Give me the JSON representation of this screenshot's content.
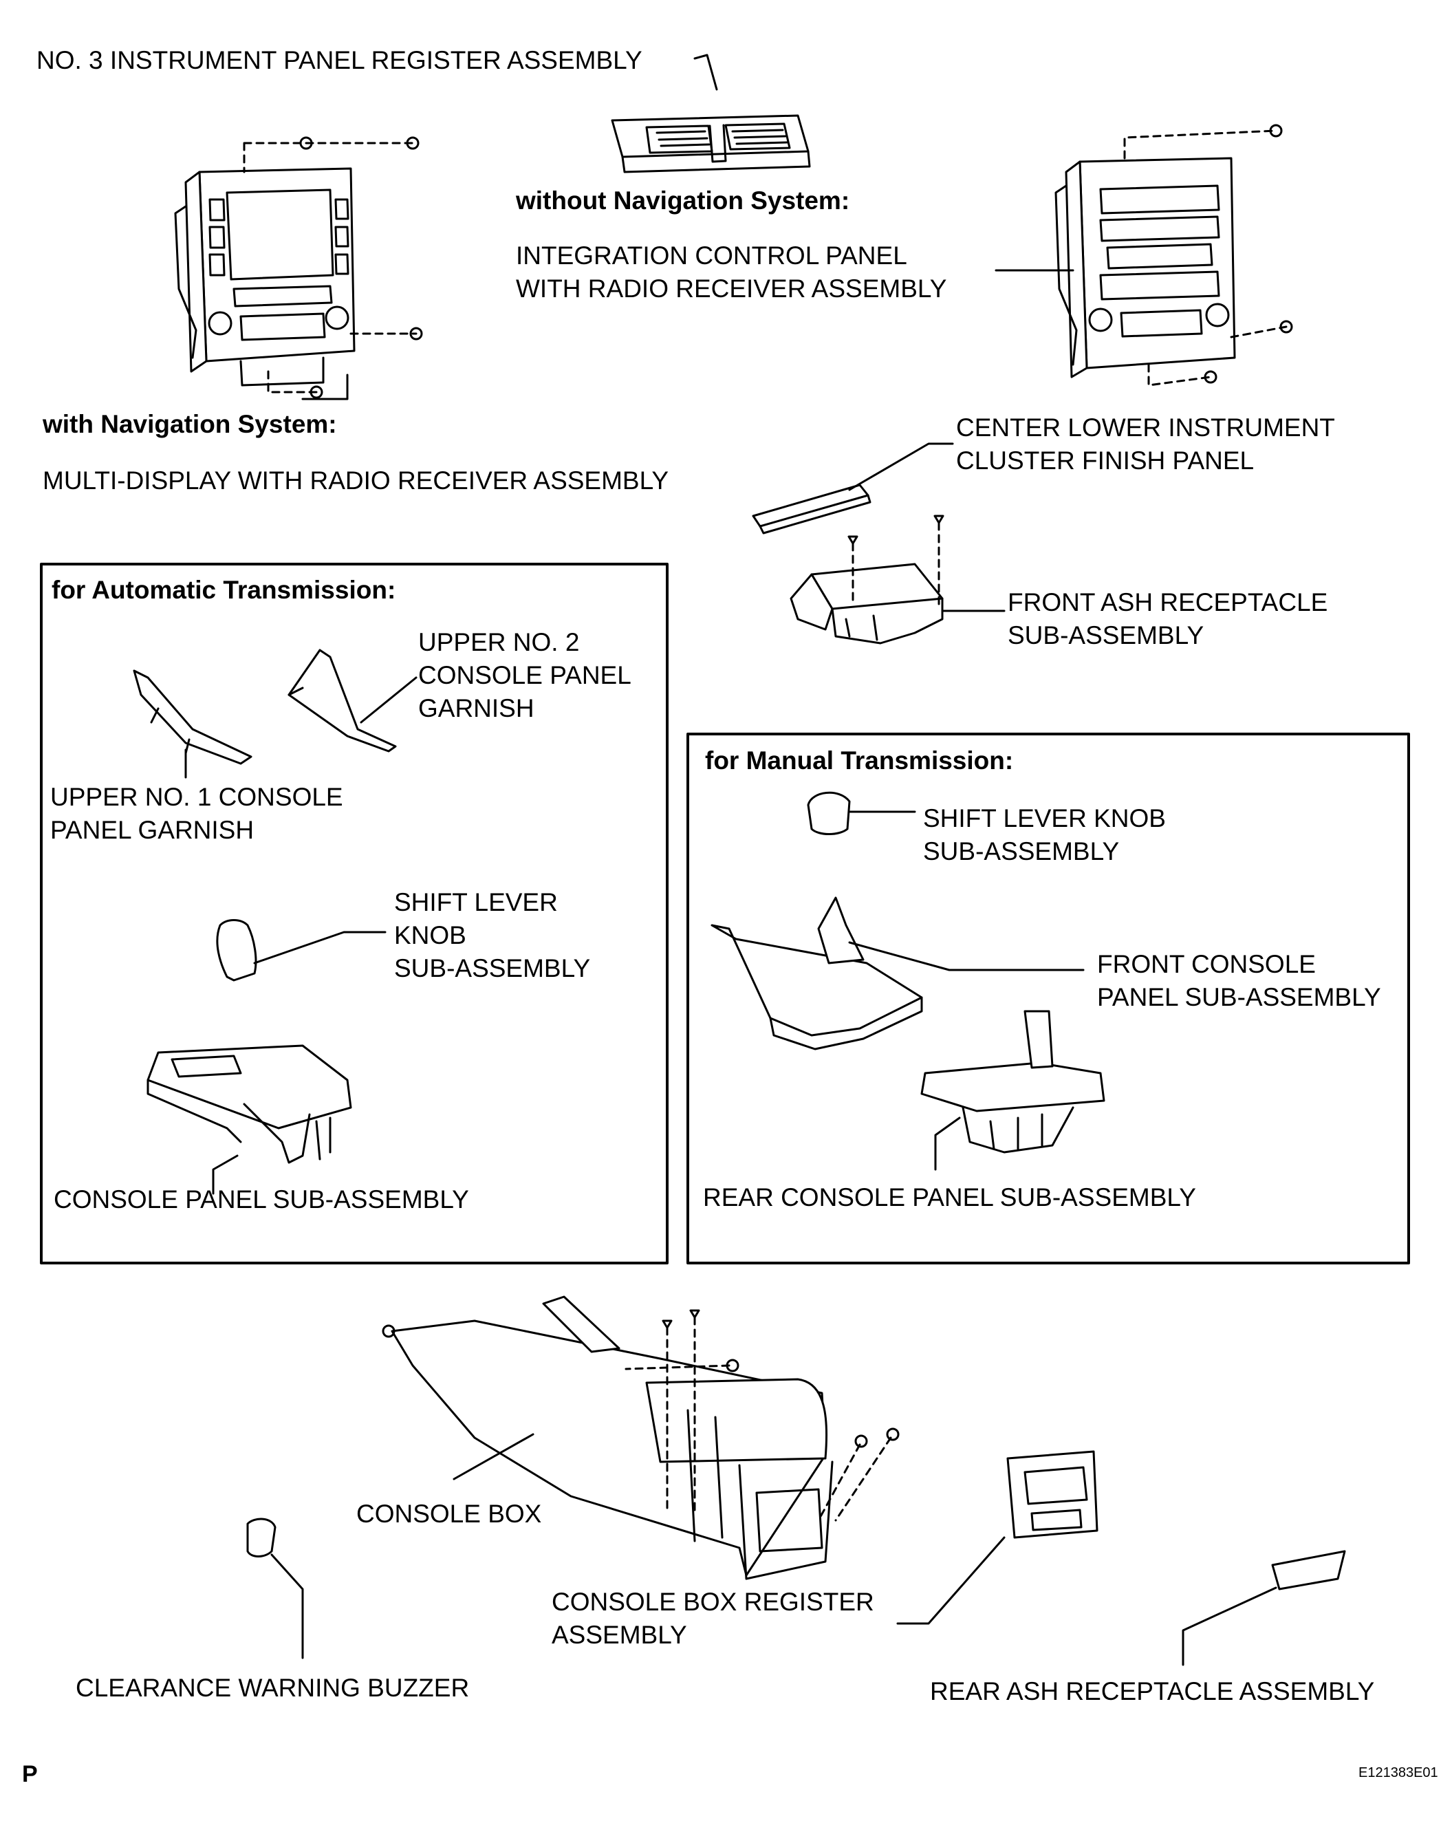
{
  "labels": {
    "register3": "NO. 3 INSTRUMENT PANEL REGISTER ASSEMBLY",
    "without_nav": "without Navigation System:",
    "integration_panel": "INTEGRATION CONTROL PANEL\nWITH RADIO RECEIVER ASSEMBLY",
    "with_nav": "with Navigation System:",
    "multi_display": "MULTI-DISPLAY WITH RADIO RECEIVER ASSEMBLY",
    "center_lower": "CENTER LOWER INSTRUMENT\nCLUSTER FINISH PANEL",
    "front_ash": "FRONT ASH RECEPTACLE\nSUB-ASSEMBLY",
    "console_box": "CONSOLE BOX",
    "console_box_register": "CONSOLE BOX REGISTER\nASSEMBLY",
    "clearance_buzzer": "CLEARANCE WARNING BUZZER",
    "rear_ash": "REAR ASH RECEPTACLE ASSEMBLY"
  },
  "automatic_box": {
    "title": "for Automatic Transmission:",
    "upper2": "UPPER NO. 2\nCONSOLE PANEL\nGARNISH",
    "upper1": "UPPER NO. 1 CONSOLE\nPANEL GARNISH",
    "shift_knob": "SHIFT LEVER\nKNOB\nSUB-ASSEMBLY",
    "console_panel": "CONSOLE PANEL SUB-ASSEMBLY"
  },
  "manual_box": {
    "title": "for Manual Transmission:",
    "shift_knob": "SHIFT LEVER KNOB\nSUB-ASSEMBLY",
    "front_console": "FRONT CONSOLE\nPANEL SUB-ASSEMBLY",
    "rear_console": "REAR CONSOLE PANEL SUB-ASSEMBLY"
  },
  "footer": {
    "page_mark": "P",
    "figure_id": "E121383E01"
  },
  "colors": {
    "line": "#000000",
    "part_fill": "#ffffff",
    "part_shade": "#d9d9d9"
  }
}
